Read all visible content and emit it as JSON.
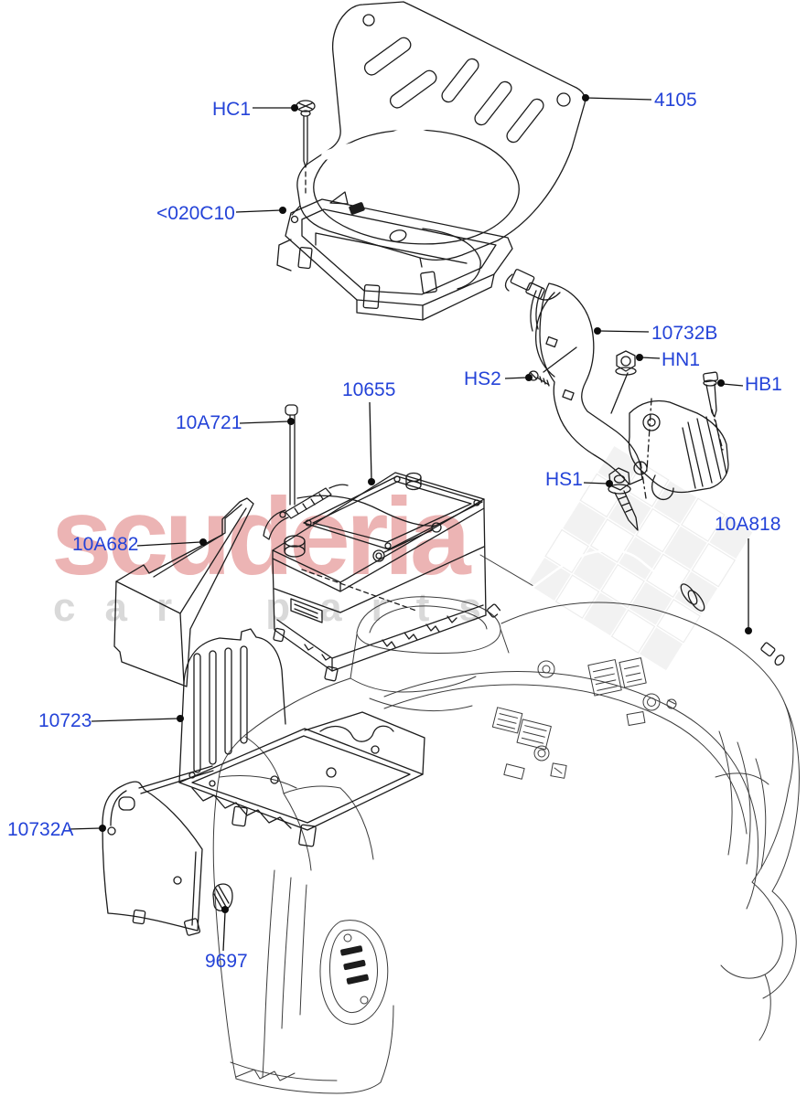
{
  "diagram": {
    "callout_color": "#2443d8",
    "line_color": "#1c1c1c",
    "callouts": {
      "hc1": {
        "text": "HC1"
      },
      "n4105": {
        "text": "4105"
      },
      "c020c10": {
        "text": "<020C10"
      },
      "n10732b": {
        "text": "10732B"
      },
      "hn1": {
        "text": "HN1"
      },
      "hs2": {
        "text": "HS2"
      },
      "hb1": {
        "text": "HB1"
      },
      "hs1": {
        "text": "HS1"
      },
      "n10655": {
        "text": "10655"
      },
      "n10a721": {
        "text": "10A721"
      },
      "n10a682": {
        "text": "10A682"
      },
      "n10a818": {
        "text": "10A818"
      },
      "n10723": {
        "text": "10723"
      },
      "n10732a": {
        "text": "10732A"
      },
      "n9697": {
        "text": "9697"
      }
    }
  },
  "watermark": {
    "brand": "scuderia",
    "subtitle": "car parts",
    "brand_color": "#ecb4b4",
    "subtitle_color": "#d9d9d9"
  }
}
